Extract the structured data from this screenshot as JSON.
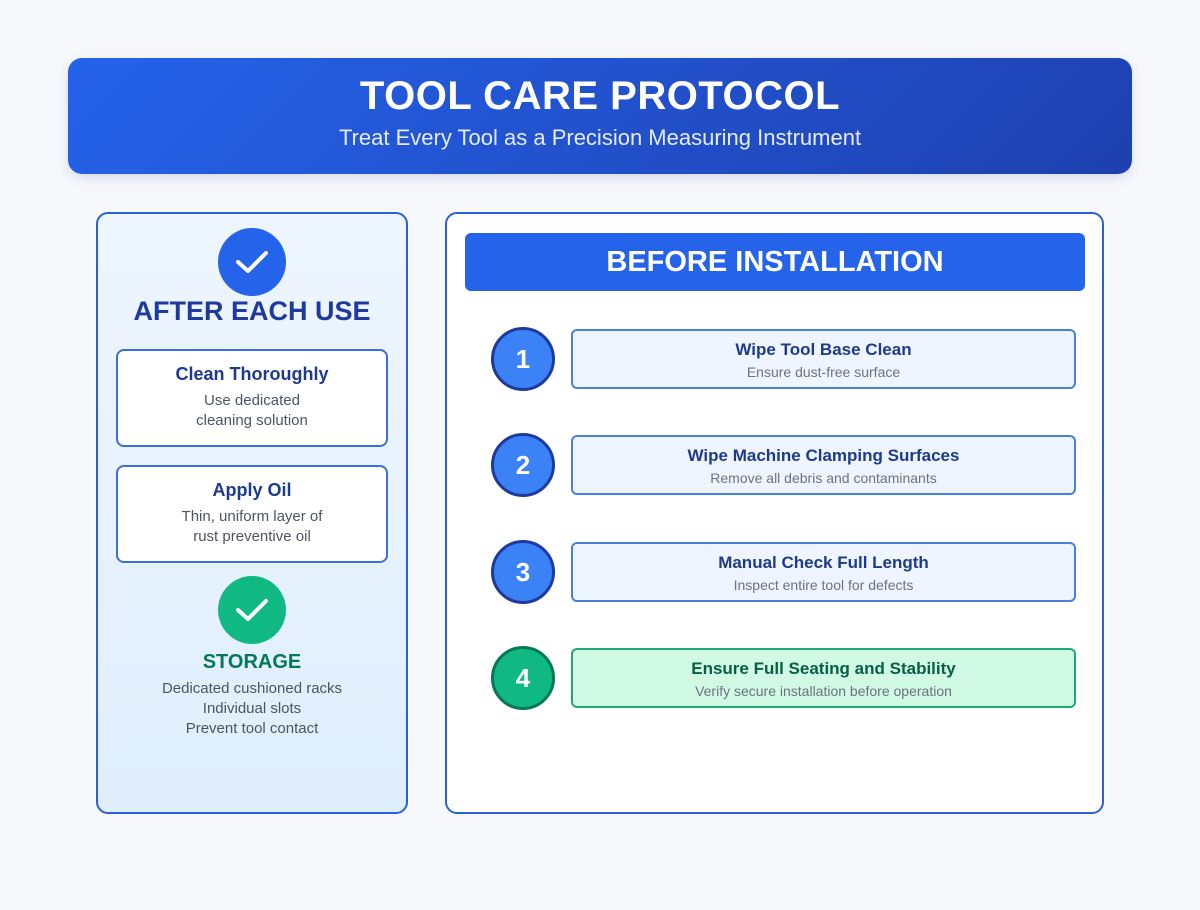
{
  "header": {
    "title": "TOOL CARE PROTOCOL",
    "subtitle": "Treat Every Tool as a Precision Measuring Instrument"
  },
  "left_panel": {
    "title": "AFTER EACH USE",
    "icon": "check-circle-icon",
    "cards": [
      {
        "title": "Clean Thoroughly",
        "description": "Use dedicated\ncleaning solution"
      },
      {
        "title": "Apply Oil",
        "description": "Thin, uniform layer of\nrust preventive oil"
      }
    ],
    "storage": {
      "icon": "check-circle-icon",
      "title": "STORAGE",
      "lines": [
        "Dedicated cushioned racks",
        "Individual slots",
        "Prevent tool contact"
      ]
    }
  },
  "right_panel": {
    "title": "BEFORE INSTALLATION",
    "steps": [
      {
        "number": "1",
        "title": "Wipe Tool Base Clean",
        "description": "Ensure dust-free surface"
      },
      {
        "number": "2",
        "title": "Wipe Machine Clamping Surfaces",
        "description": "Remove all debris and contaminants"
      },
      {
        "number": "3",
        "title": "Manual Check Full Length",
        "description": "Inspect entire tool for defects"
      },
      {
        "number": "4",
        "title": "Ensure Full Seating and Stability",
        "description": "Verify secure installation before operation"
      }
    ]
  },
  "colors": {
    "primary_blue": "#2563eb",
    "dark_blue": "#1e3a8a",
    "green": "#10b981",
    "dark_green": "#047857",
    "background": "#f6f8fb"
  }
}
